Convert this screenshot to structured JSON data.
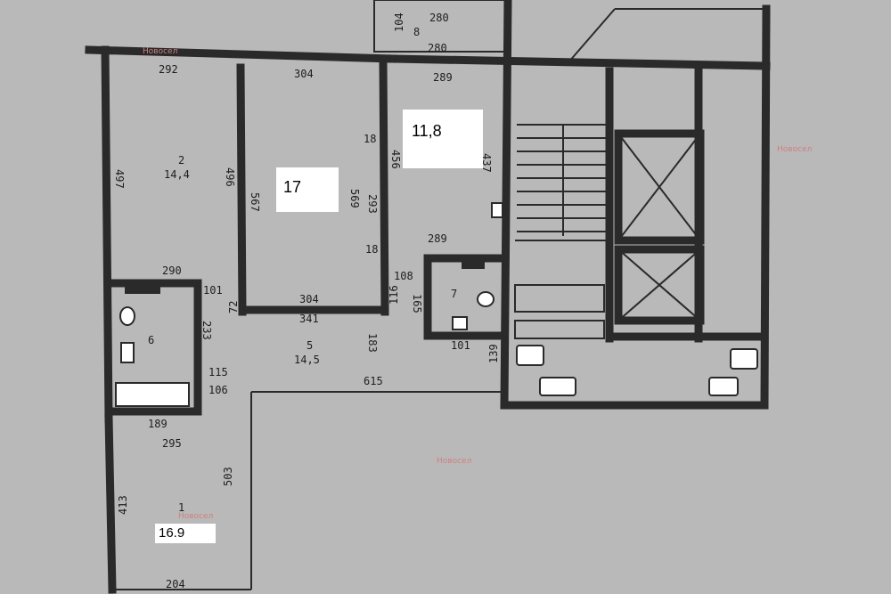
{
  "rooms": [
    {
      "number": "1",
      "area": ""
    },
    {
      "number": "2",
      "area": "14,4"
    },
    {
      "number": "5",
      "area": "14,5"
    },
    {
      "number": "6",
      "area": ""
    },
    {
      "number": "7",
      "area": ""
    },
    {
      "number": "8",
      "area": ""
    }
  ],
  "overlay_labels": {
    "kitchen_area": "11,8",
    "room_area": "17",
    "bottom_room_area": "16.9"
  },
  "dimensions": [
    "280",
    "104",
    "280",
    "289",
    "292",
    "304",
    "497",
    "496",
    "567",
    "569",
    "18",
    "293",
    "456",
    "437",
    "18",
    "289",
    "290",
    "101",
    "72",
    "304",
    "341",
    "116",
    "108",
    "165",
    "101",
    "233",
    "183",
    "139",
    "115",
    "106",
    "615",
    "189",
    "295",
    "503",
    "413",
    "204"
  ],
  "watermark": "Новосел"
}
